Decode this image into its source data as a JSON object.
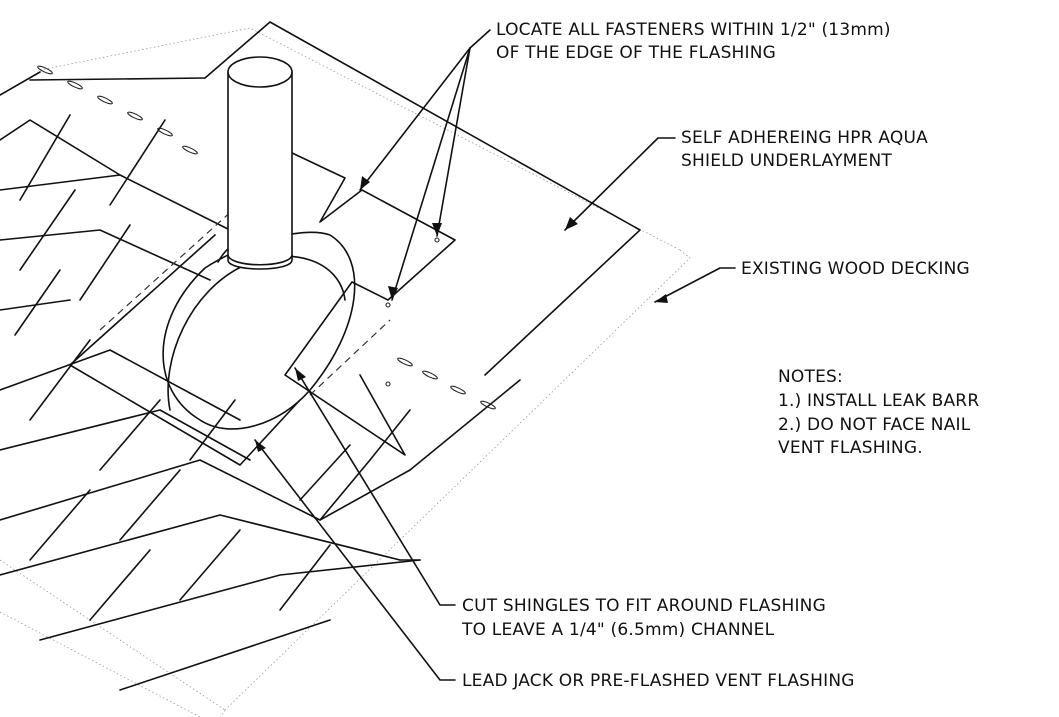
{
  "callouts": {
    "fasteners_line1": "LOCATE ALL FASTENERS WITHIN 1/2\" (13mm)",
    "fasteners_line2": "OF THE EDGE OF THE FLASHING",
    "underlayment_line1": "SELF ADHEREING HPR AQUA",
    "underlayment_line2": "SHIELD UNDERLAYMENT",
    "decking": "EXISTING WOOD DECKING",
    "cut_line1": "CUT SHINGLES TO FIT AROUND FLASHING",
    "cut_line2": "TO LEAVE A 1/4\" (6.5mm) CHANNEL",
    "jack": "LEAD JACK OR PRE-FLASHED VENT FLASHING"
  },
  "notes": {
    "heading": "NOTES:",
    "item1": "1.) INSTALL LEAK BARR",
    "item2": "2.) DO NOT FACE NAIL",
    "item2_cont": "VENT FLASHING."
  }
}
